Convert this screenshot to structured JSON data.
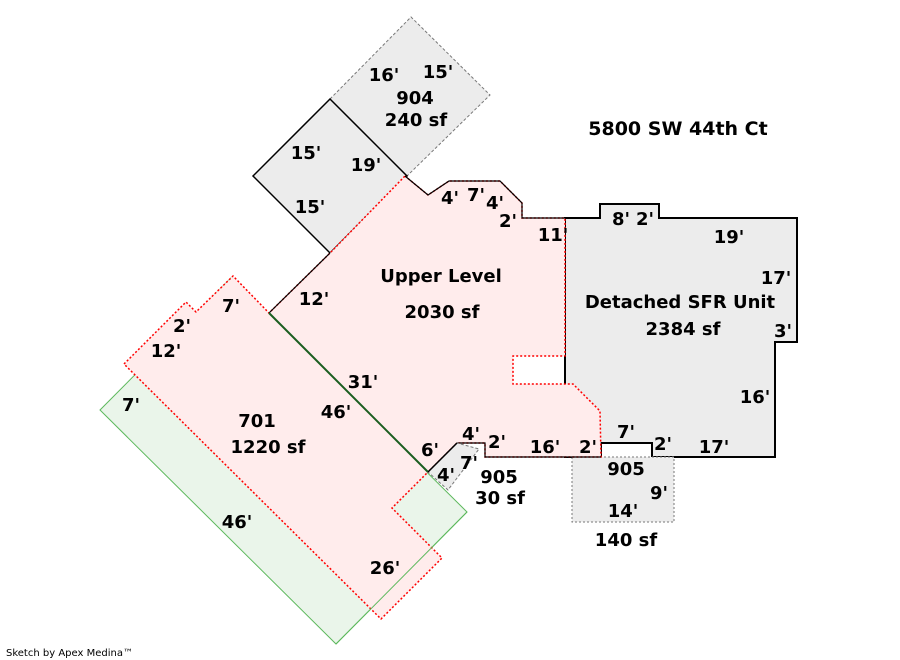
{
  "address": "5800 SW 44th Ct",
  "credit": "Sketch by Apex Medina™",
  "areas": {
    "deck_904": {
      "code": "904",
      "area": "240 sf"
    },
    "upper_level": {
      "name": "Upper Level",
      "area": "2030 sf"
    },
    "detached": {
      "name": "Detached SFR Unit",
      "area": "2384 sf"
    },
    "area_701": {
      "code": "701",
      "area": "1220 sf"
    },
    "porch_905_small": {
      "code": "905",
      "area": "30 sf"
    },
    "porch_905_large": {
      "code": "905",
      "area": "140 sf"
    }
  },
  "dims": [
    "16'",
    "15'",
    "15'",
    "19'",
    "15'",
    "4'",
    "7'",
    "4'",
    "2'",
    "11'",
    "8'",
    "2'",
    "19'",
    "17'",
    "3'",
    "12'",
    "7'",
    "2'",
    "12'",
    "7'",
    "31'",
    "46'",
    "16'",
    "4'",
    "6'",
    "2'",
    "16'",
    "2'",
    "7'",
    "2'",
    "17'",
    "7'",
    "4'",
    "9'",
    "14'",
    "46'",
    "26'"
  ],
  "colors": {
    "upper_fill": "#ffecec",
    "gray_fill": "#ececec",
    "green_fill": "#eaf5ea",
    "red_line": "#ff0000",
    "green_line": "#4caf50"
  }
}
